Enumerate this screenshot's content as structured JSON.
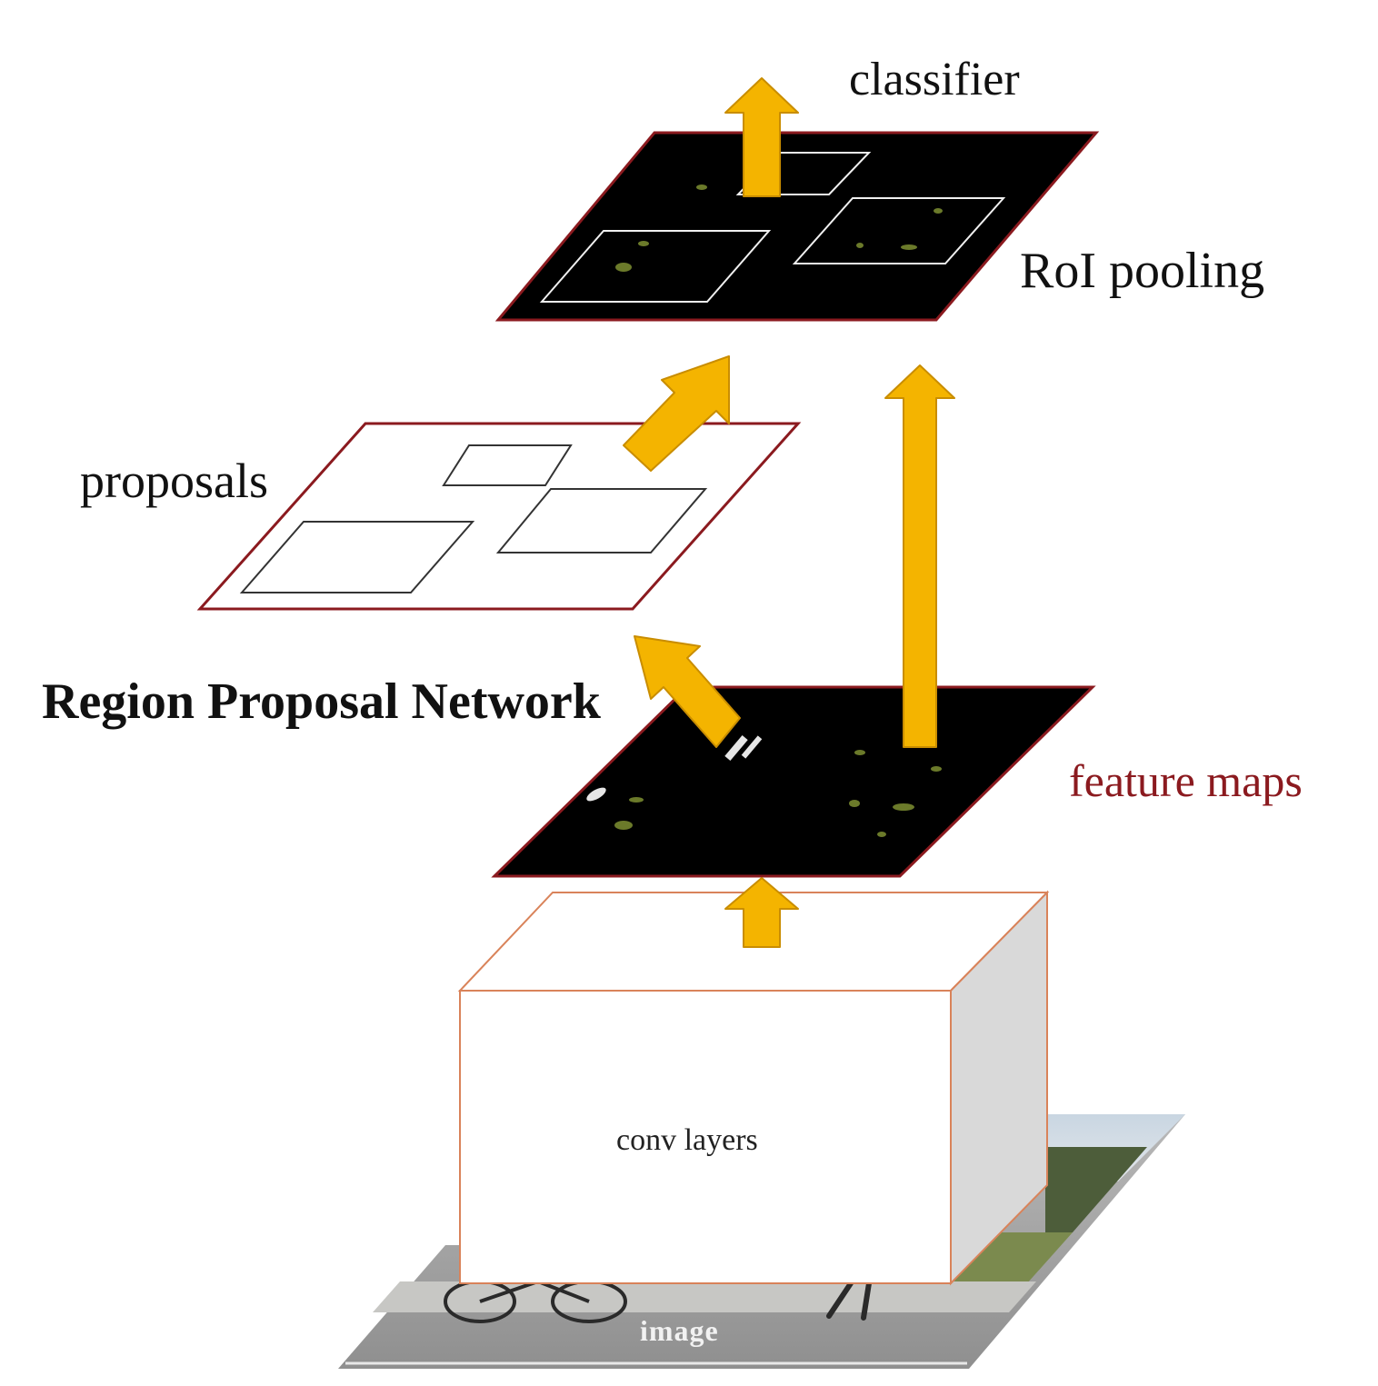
{
  "labels": {
    "classifier": "classifier",
    "roi_pooling": "RoI pooling",
    "proposals": "proposals",
    "rpn": "Region Proposal Network",
    "feature_maps": "feature maps",
    "conv_layers": "conv layers",
    "image": "image"
  },
  "colors": {
    "arrow_fill": "#f4b400",
    "arrow_edge": "#c98d00",
    "map_fill": "#000000",
    "map_border": "#8b1a1f",
    "feature_text": "#8b1a1f",
    "box_edge": "#d9835a"
  }
}
